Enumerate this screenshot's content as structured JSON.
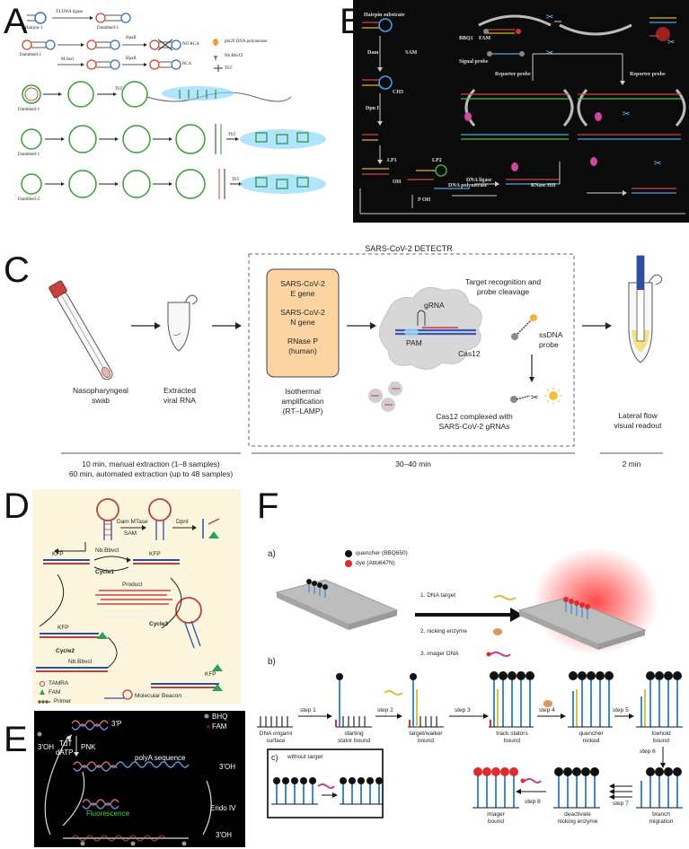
{
  "panels": {
    "A": {
      "letter": "A",
      "labels": {
        "t4_ligase": "T4 DNA ligase",
        "hairpin1": "Hairpin-1",
        "dumbbell1a": "Dumbbell-1",
        "dumbbell1b": "Dumbbell-1",
        "mtase": "M.SssI",
        "hpaii_a": "HpaII",
        "hpaii_b": "HpaII",
        "no_rca": "NO RCA",
        "rca": "RCA",
        "tht_a": "ThT",
        "phi29": "phi29 DNA polymerase",
        "nbbsci": "Nb.BbvCI",
        "tht_legend": "ThT",
        "dumbbell_row3": "Dumbbell-1",
        "dumbbell_row4": "Dumbbell-1",
        "dumbbell_row5": "Dumbbell-2",
        "tht_row4": "ThT",
        "tht_row5": "ThT"
      }
    },
    "B": {
      "letter": "B",
      "labels": {
        "hairpin_substrate": "Hairpin substrate",
        "dam": "Dam",
        "sam": "SAM",
        "dpn": "Dpn I",
        "bbq": "BBQ1",
        "fam": "FAM",
        "signal_probe": "Signal probe",
        "reporter_probe_1": "Reporter probe",
        "reporter_probe_2": "Reporter probe",
        "lp1": "LP1",
        "lp2": "LP2",
        "oh": "OH",
        "poh": "P OH",
        "dna_ligase": "DNA ligase",
        "dna_polymerase": "DNA polymerase",
        "rnase": "RNase HII",
        "ch3": "CH3"
      }
    },
    "C": {
      "letter": "C",
      "title": "SARS-CoV-2 DETECTR",
      "box_lines": [
        "SARS-CoV-2",
        "E gene",
        "SARS-CoV-2",
        "N gene",
        "RNase P",
        "(human)"
      ],
      "amplification": [
        "Isothermal",
        "amplification",
        "(RT–LAMP)"
      ],
      "target_recognition": [
        "Target recognition and",
        "probe cleavage"
      ],
      "grna": "gRNA",
      "pam": "PAM",
      "cas12": "Cas12",
      "ssdna": [
        "ssDNA",
        "probe"
      ],
      "complexed": [
        "Cas12 complexed with",
        "SARS-CoV-2 gRNAs"
      ],
      "swab": [
        "Nasopharyngeal",
        "swab"
      ],
      "rna": [
        "Extracted",
        "viral RNA"
      ],
      "lateral": [
        "Lateral flow",
        "visual readout"
      ],
      "time_1": [
        "10 min, manual extraction (1–8 samples)",
        "60 min, automated extraction (up to 48 samples)"
      ],
      "time_2": "30–40 min",
      "time_3": "2 min"
    },
    "D": {
      "letter": "D",
      "labels": {
        "dam_mtase": "Dam MTase",
        "sam": "SAM",
        "dpni": "DpnI",
        "nbbbvcl_1": "Nb.Bbvcl",
        "kfp_1": "KFP",
        "kfp_2": "KFP",
        "cycle1": "Cycle1",
        "product": "Product",
        "kfp_3": "KFP",
        "cycle3": "Cycle3",
        "cycle2": "Cycle2",
        "nbbbvcl_2": "Nb.Bbvcl",
        "kfp_4": "KFP",
        "tamra": "TAMRA",
        "fam": "FAM",
        "primer": "Primer",
        "molecular_beacon": "Molecular Beacon"
      }
    },
    "E": {
      "letter": "E",
      "labels": {
        "bhq": "BHQ",
        "fam": "FAM",
        "p3": "3'P",
        "oh3_left": "3'OH",
        "tdt": "TdT",
        "datp": "dATP",
        "pnk": "PNK",
        "polya": "polyA sequence",
        "oh3_right": "3'OH",
        "fluorescence": "Fluorescence",
        "endoiv": "Endo IV",
        "oh3_bottom": "3'OH"
      }
    },
    "F": {
      "letter": "F",
      "a_label": "a)",
      "b_label": "b)",
      "c_label": "c)",
      "legend_quencher": "quencher (BBQ650)",
      "legend_dye": "dye (Atto647N)",
      "steps_list": [
        "1. DNA target",
        "2. nicking enzyme",
        "3. imager DNA"
      ],
      "without_target": "without target",
      "stage_labels": [
        [
          "DNA origami",
          "surface"
        ],
        [
          "starting",
          "stator bound"
        ],
        [
          "target/walker",
          "bound"
        ],
        [
          "track stators",
          "bound"
        ],
        [
          "quencher",
          "nicked"
        ],
        [
          "toehold",
          "bound"
        ],
        [
          "branch",
          "migration"
        ],
        [
          "deactivate",
          "nicking enzyme"
        ],
        [
          "imager",
          "bound"
        ]
      ],
      "steps": [
        "step 1",
        "step 2",
        "step 3",
        "step 4",
        "step 5",
        "step 6",
        "step 7",
        "step 8"
      ]
    }
  }
}
